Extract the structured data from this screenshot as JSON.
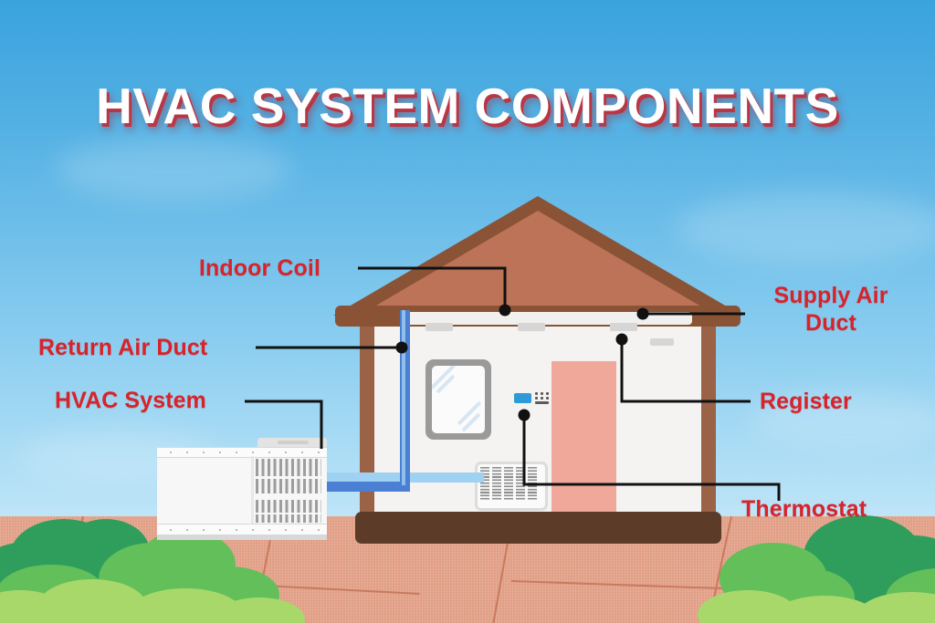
{
  "title": "HVAC SYSTEM COMPONENTS",
  "colors": {
    "title_text": "#ffffff",
    "title_shadow": "#c82832",
    "label_text": "#d8232a",
    "leader_line": "#111111",
    "sky_top": "#3aa3dd",
    "sky_bottom": "#d9eefb",
    "ground": "#e3a289",
    "roof_dark": "#8a5336",
    "roof_light": "#bd7358",
    "wall": "#f4f3f2",
    "foundation": "#5c3b28",
    "door": "#f0a89a",
    "duct_blue": "#4a7fd4",
    "airflow_blue": "#9fd2f2",
    "unit_white": "#f7f7f7",
    "bush_dark": "#2f9e5c",
    "bush_mid": "#62bf5a",
    "bush_light": "#a8d86a"
  },
  "labels": [
    {
      "id": "indoor-coil",
      "text": "Indoor Coil",
      "align": "left"
    },
    {
      "id": "return-air-duct",
      "text": "Return Air Duct",
      "align": "left"
    },
    {
      "id": "hvac-system",
      "text": "HVAC System",
      "align": "left"
    },
    {
      "id": "supply-air-duct",
      "text": "Supply Air\nDuct",
      "align": "center"
    },
    {
      "id": "register",
      "text": "Register",
      "align": "left"
    },
    {
      "id": "thermostat",
      "text": "Thermostat",
      "align": "left"
    }
  ],
  "diagram": {
    "scene": "cutaway of a house showing HVAC components",
    "parts": [
      {
        "name": "outdoor-condenser-unit",
        "label_ref": "hvac-system"
      },
      {
        "name": "indoor-coil",
        "label_ref": "indoor-coil"
      },
      {
        "name": "return-air-duct",
        "label_ref": "return-air-duct"
      },
      {
        "name": "supply-air-duct",
        "label_ref": "supply-air-duct"
      },
      {
        "name": "register-vent",
        "label_ref": "register"
      },
      {
        "name": "wall-thermostat",
        "label_ref": "thermostat"
      }
    ]
  }
}
